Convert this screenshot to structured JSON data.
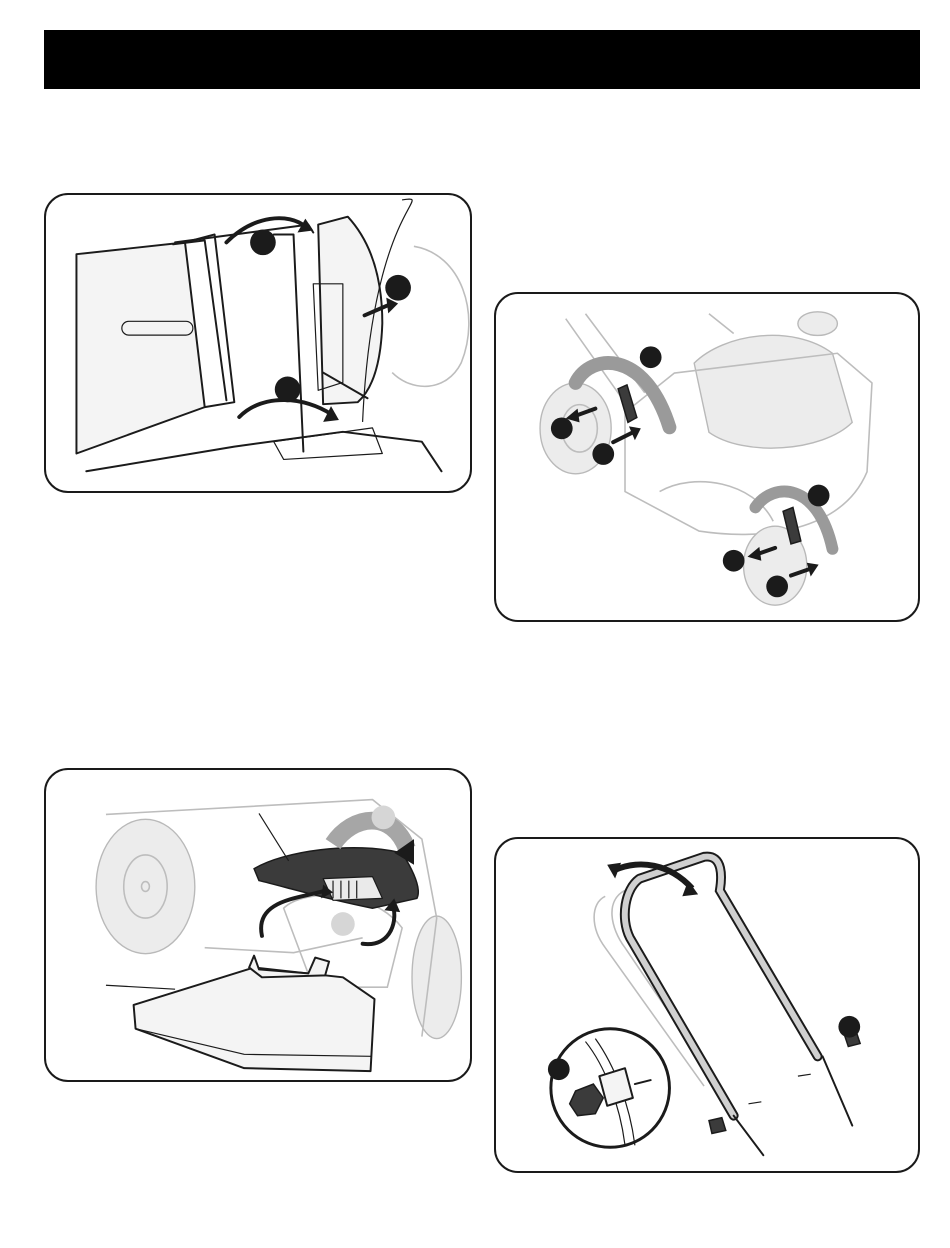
{
  "header": {
    "title": ""
  },
  "figures": [
    {
      "id": "fig-1",
      "subject": "grass-bag-attachment"
    },
    {
      "id": "fig-2",
      "subject": "wheel-height-adjustment"
    },
    {
      "id": "fig-3",
      "subject": "mulching-door-and-discharge-chute"
    },
    {
      "id": "fig-4",
      "subject": "handle-folding-and-knob"
    }
  ],
  "colors": {
    "ink": "#1b1b1b",
    "ghost": "#bdbdbd",
    "header": "#000000",
    "paper": "#ffffff"
  }
}
